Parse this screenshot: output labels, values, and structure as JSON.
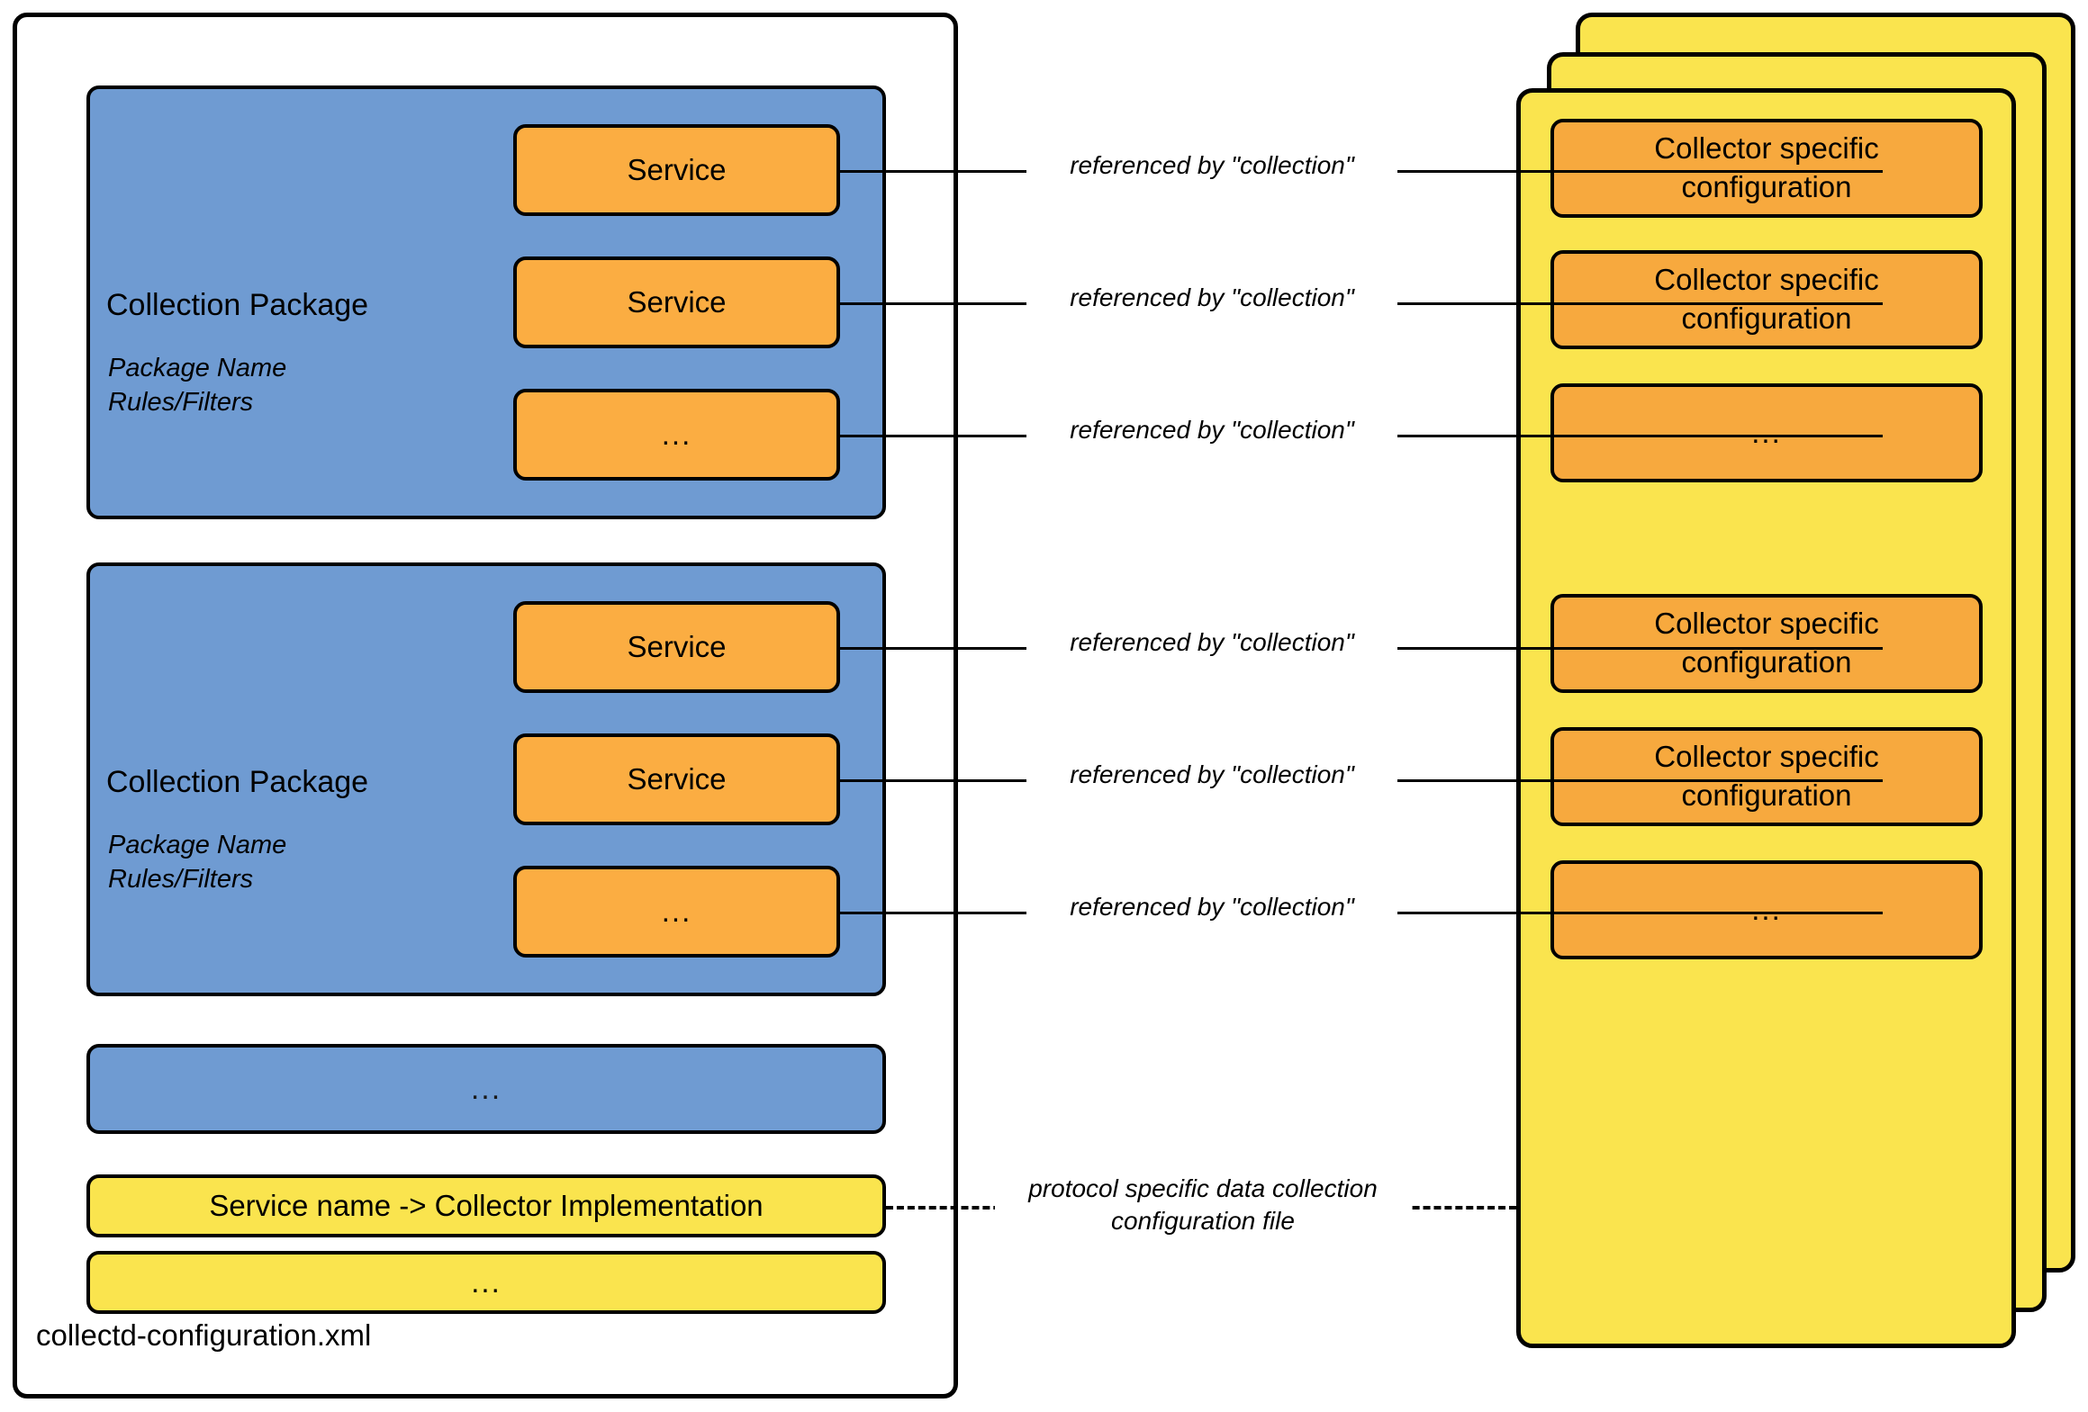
{
  "diagram": {
    "outer_container": {
      "label": "collectd-configuration.xml"
    },
    "collection_packages": [
      {
        "title": "Collection Package",
        "detail_line_1": "Package Name",
        "detail_line_2": "Rules/Filters",
        "services": [
          {
            "label": "Service"
          },
          {
            "label": "Service"
          },
          {
            "label": "..."
          }
        ]
      },
      {
        "title": "Collection Package",
        "detail_line_1": "Package Name",
        "detail_line_2": "Rules/Filters",
        "services": [
          {
            "label": "Service"
          },
          {
            "label": "Service"
          },
          {
            "label": "..."
          }
        ]
      }
    ],
    "package_ellipsis": {
      "label": "..."
    },
    "mapping_boxes": [
      {
        "label": "Service name -> Collector Implementation"
      },
      {
        "label": "..."
      }
    ],
    "connector_labels": [
      {
        "text": "referenced by \"collection\""
      },
      {
        "text": "referenced by \"collection\""
      },
      {
        "text": "referenced by \"collection\""
      },
      {
        "text": "referenced by \"collection\""
      },
      {
        "text": "referenced by \"collection\""
      },
      {
        "text": "referenced by \"collection\""
      }
    ],
    "dashed_connector_label": {
      "line_1": "protocol specific data collection",
      "line_2": "configuration file"
    },
    "collector_cards": {
      "stack_count": 3,
      "entries": [
        {
          "line_1": "Collector specific",
          "line_2": "configuration"
        },
        {
          "line_1": "Collector specific",
          "line_2": "configuration"
        },
        {
          "line_1": "...",
          "line_2": ""
        },
        {
          "line_1": "Collector specific",
          "line_2": "configuration"
        },
        {
          "line_1": "Collector specific",
          "line_2": "configuration"
        },
        {
          "line_1": "...",
          "line_2": ""
        }
      ]
    },
    "colors": {
      "package_blue": "#6f9bd2",
      "service_orange": "#fbad42",
      "collector_orange": "#f7a93e",
      "card_yellow": "#fae44e",
      "stroke_black": "#000000",
      "background_white": "#ffffff"
    }
  }
}
